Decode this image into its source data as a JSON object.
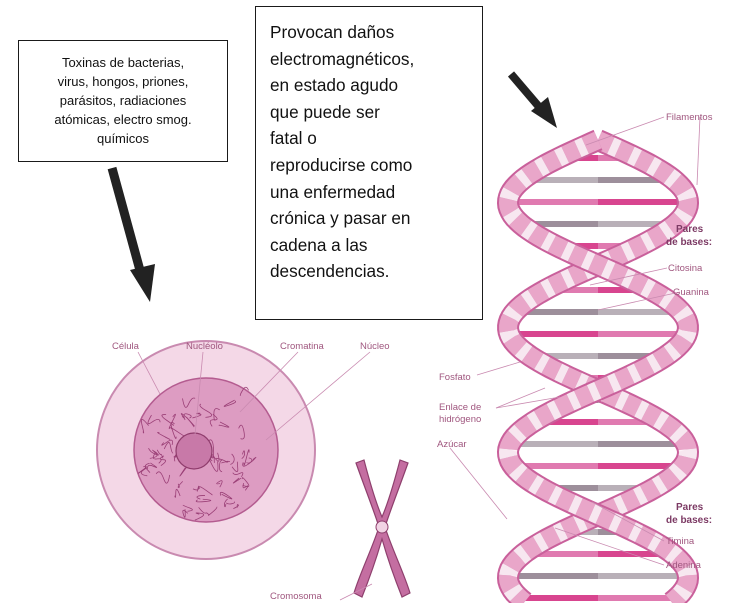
{
  "left_box": {
    "lines": [
      "Toxinas de bacterias,",
      "virus, hongos, priones,",
      "parásitos, radiaciones",
      "atómicas, electro smog.",
      "químicos"
    ]
  },
  "right_box": {
    "lines": [
      "Provocan daños",
      "electromagnéticos,",
      "en estado agudo",
      "que puede ser",
      "fatal o",
      "reproducirse como",
      "una enfermedad",
      "crónica y pasar en",
      "cadena a las",
      "descendencias."
    ]
  },
  "cell_labels": {
    "celula": "Célula",
    "nucleolo": "Nucléolo",
    "cromatina": "Cromatina",
    "nucleo": "Núcleo",
    "cromosoma": "Cromosoma"
  },
  "dna_labels": {
    "filamentos": "Filamentos",
    "pares_bases_1": "Pares",
    "pares_bases_1b": "de bases:",
    "citosina": "Citosina",
    "guanina": "Guanina",
    "fosfato": "Fosfato",
    "enlace_1": "Enlace de",
    "enlace_2": "hidrógeno",
    "azucar": "Azúcar",
    "pares_bases_2": "Pares",
    "pares_bases_2b": "de bases:",
    "timina": "Timina",
    "adenina": "Adenina"
  },
  "colors": {
    "strand": "#e9a6c9",
    "strand_dark": "#c9609b",
    "cell_fill": "#f2d1e3",
    "nucleus_fill": "#d98bb8",
    "label": "#a0577f",
    "arrow": "#222222"
  }
}
